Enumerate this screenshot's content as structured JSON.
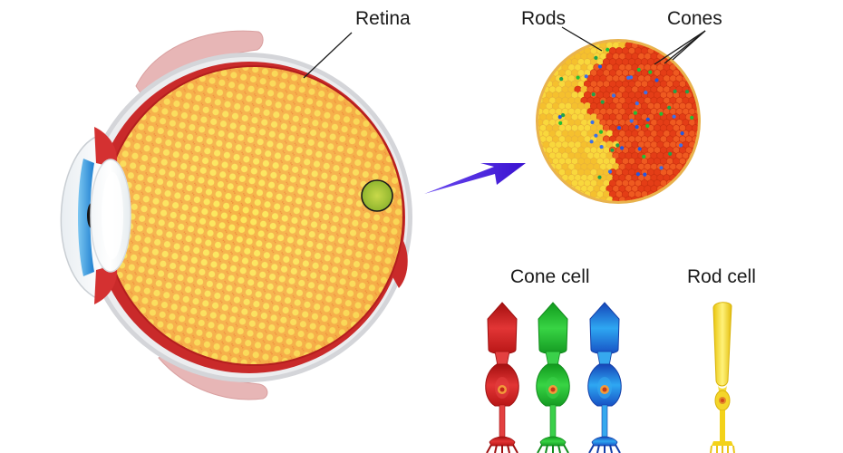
{
  "labels": {
    "retina": "Retina",
    "rods": "Rods",
    "cones": "Cones",
    "cone_cell": "Cone cell",
    "rod_cell": "Rod cell"
  },
  "colors": {
    "background": "#ffffff",
    "retina_yellow": "#f9e04a",
    "retina_orange": "#f6a33b",
    "choroid_red": "#cf2b2b",
    "sclera_gray": "#d9d9dc",
    "iris_blue": "#2a8fd8",
    "arrow_purple": "#5b2de0",
    "cone_red": "#c81e1e",
    "cone_green": "#1fae2a",
    "cone_blue": "#1a5fd6",
    "rod_yellow": "#f3d21a",
    "cone_mosaic_red": "#e23a16"
  }
}
